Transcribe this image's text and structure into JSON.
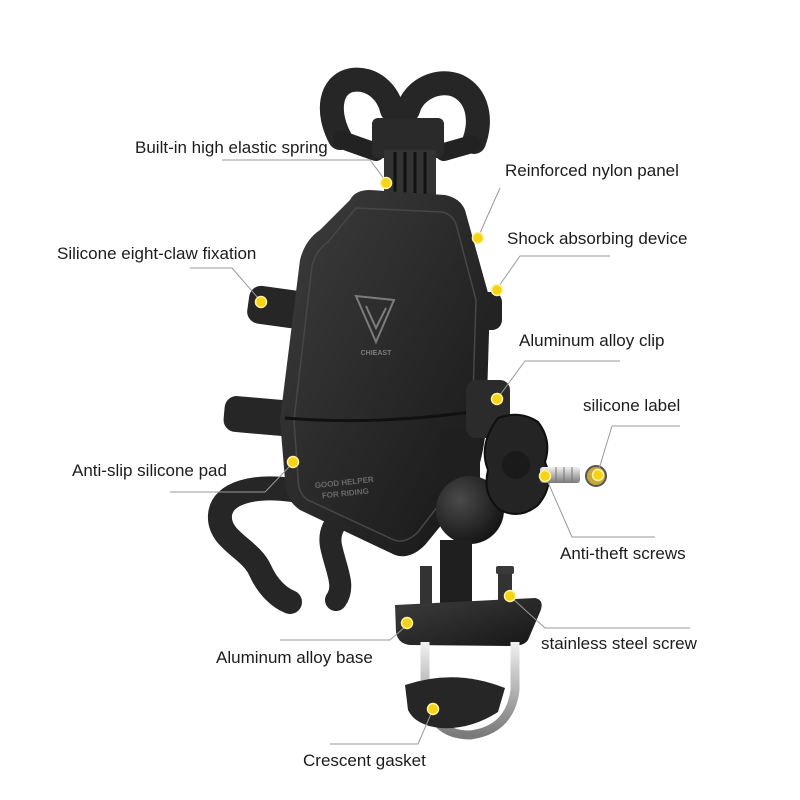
{
  "labels": {
    "spring": "Built-in high elastic spring",
    "panel": "Reinforced nylon panel",
    "shock": "Shock absorbing device",
    "claw": "Silicone eight-claw fixation",
    "clip": "Aluminum alloy clip",
    "silicone_label": "silicone label",
    "pad": "Anti-slip silicone pad",
    "antitheft": "Anti-theft screws",
    "steel_screw": "stainless steel screw",
    "base": "Aluminum alloy base",
    "gasket": "Crescent gasket"
  },
  "product_markings": {
    "logo_text": "CHIEAST",
    "pad_text": [
      "GOOD HELPER",
      "FOR RIDING"
    ]
  },
  "colors": {
    "background": "#ffffff",
    "plastic": "#262626",
    "marker_dot": "#f4d416",
    "leader_line": "#9a9a9a",
    "metal": "#c8c8c8"
  }
}
